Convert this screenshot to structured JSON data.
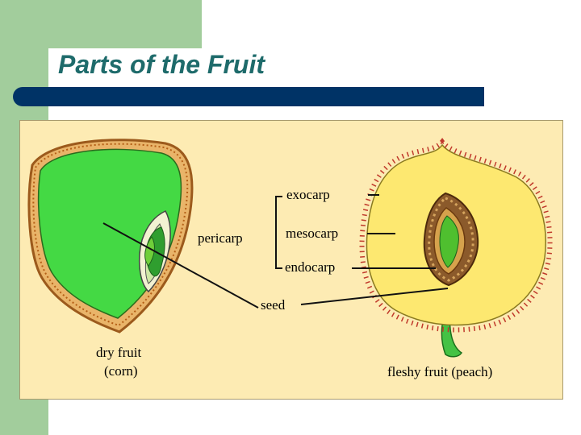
{
  "slide": {
    "title": "Parts of the Fruit"
  },
  "diagram": {
    "labels": {
      "exocarp": "exocarp",
      "mesocarp": "mesocarp",
      "endocarp": "endocarp",
      "pericarp": "pericarp",
      "seed": "seed",
      "dry_fruit": "dry fruit",
      "dry_fruit_example": "(corn)",
      "fleshy_fruit": "fleshy fruit (peach)"
    },
    "colors": {
      "corn_fill": "#44d944",
      "corn_outer": "#c98a3a",
      "peach_flesh": "#fde870",
      "peach_skin": "#c0392b",
      "pit": "#8b5a2b",
      "seed_green": "#2f9e2f",
      "panel_bg": "#fdebb3"
    }
  }
}
